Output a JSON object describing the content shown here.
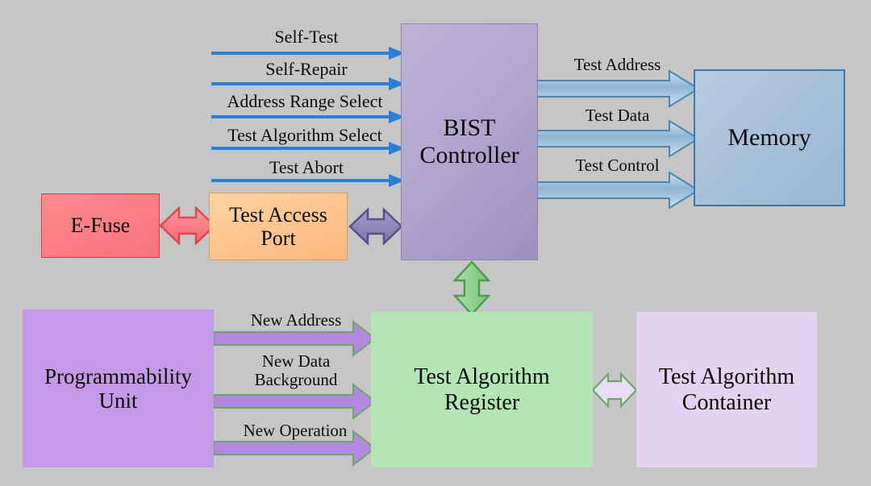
{
  "diagram": {
    "title": "Memory BIST Architecture Block Diagram",
    "background_color": "#c6c6c6"
  },
  "blocks": [
    {
      "id": "bist-controller",
      "label": "BIST\nController",
      "fill": "#b2a7ce",
      "border": "#8d83ad"
    },
    {
      "id": "memory",
      "label": "Memory",
      "fill": "#a8c0d8",
      "border": "#3b77a8"
    },
    {
      "id": "efuse",
      "label": "E-Fuse",
      "fill": "#fb7e84",
      "border": "#e03b42"
    },
    {
      "id": "test-access-port",
      "label": "Test Access\nPort",
      "fill": "#fdc28c",
      "border": "#d8a055"
    },
    {
      "id": "programmability-unit",
      "label": "Programmability\nUnit",
      "fill": "#c49ae8",
      "border": "none"
    },
    {
      "id": "test-algorithm-register",
      "label": "Test Algorithm\nRegister",
      "fill": "#b4e5b4",
      "border": "none"
    },
    {
      "id": "test-algorithm-container",
      "label": "Test Algorithm\nContainer",
      "fill": "#e3d3f0",
      "border": "none"
    }
  ],
  "block_labels": {
    "bist_controller_line1": "BIST",
    "bist_controller_line2": "Controller",
    "memory": "Memory",
    "efuse": "E-Fuse",
    "test_access_port_line1": "Test Access",
    "test_access_port_line2": "Port",
    "programmability_unit_line1": "Programmability",
    "programmability_unit_line2": "Unit",
    "test_algorithm_register_line1": "Test Algorithm",
    "test_algorithm_register_line2": "Register",
    "test_algorithm_container_line1": "Test Algorithm",
    "test_algorithm_container_line2": "Container"
  },
  "signals": {
    "inputs_to_bist": [
      {
        "label": "Self-Test",
        "color": "#2b7fd4",
        "style": "line-arrow",
        "direction": "right"
      },
      {
        "label": "Self-Repair",
        "color": "#2b7fd4",
        "style": "line-arrow",
        "direction": "right"
      },
      {
        "label": "Address Range Select",
        "color": "#2b7fd4",
        "style": "line-arrow",
        "direction": "right"
      },
      {
        "label": "Test Algorithm Select",
        "color": "#2b7fd4",
        "style": "line-arrow",
        "direction": "right"
      },
      {
        "label": "Test Abort",
        "color": "#2b7fd4",
        "style": "line-arrow",
        "direction": "right"
      }
    ],
    "bist_to_memory": [
      {
        "label": "Test Address",
        "color": "#9fc0da",
        "border": "#4a86b0",
        "style": "block-arrow",
        "direction": "right"
      },
      {
        "label": "Test Data",
        "color": "#9fc0da",
        "border": "#4a86b0",
        "style": "block-arrow",
        "direction": "right"
      },
      {
        "label": "Test Control",
        "color": "#9fc0da",
        "border": "#4a86b0",
        "style": "block-arrow",
        "direction": "right"
      }
    ],
    "pu_to_tar": [
      {
        "label": "New Address",
        "color": "#b388e0",
        "border": "#6aa86a",
        "style": "block-arrow",
        "direction": "right"
      },
      {
        "label": "New Data\nBackground",
        "color": "#b388e0",
        "border": "#6aa86a",
        "style": "block-arrow",
        "direction": "right"
      },
      {
        "label": "New Operation",
        "color": "#b388e0",
        "border": "#6aa86a",
        "style": "block-arrow",
        "direction": "right"
      }
    ],
    "bidirectional": [
      {
        "from": "efuse",
        "to": "test-access-port",
        "color": "#fb8287",
        "border": "#e0474e",
        "orientation": "horizontal"
      },
      {
        "from": "test-access-port",
        "to": "bist-controller",
        "color": "#8f86b6",
        "border": "#5a4f8c",
        "orientation": "horizontal"
      },
      {
        "from": "bist-controller",
        "to": "test-algorithm-register",
        "color": "#93d693",
        "border": "#4f9e4f",
        "orientation": "vertical"
      },
      {
        "from": "test-algorithm-register",
        "to": "test-algorithm-container",
        "color": "#e3d3f0",
        "border": "#6aa86a",
        "orientation": "horizontal"
      }
    ]
  },
  "signal_labels": {
    "self_test": "Self-Test",
    "self_repair": "Self-Repair",
    "address_range_select": "Address Range Select",
    "test_algorithm_select": "Test Algorithm Select",
    "test_abort": "Test Abort",
    "test_address": "Test Address",
    "test_data": "Test Data",
    "test_control": "Test Control",
    "new_address": "New Address",
    "new_data_background_line1": "New Data",
    "new_data_background_line2": "Background",
    "new_operation": "New Operation"
  }
}
